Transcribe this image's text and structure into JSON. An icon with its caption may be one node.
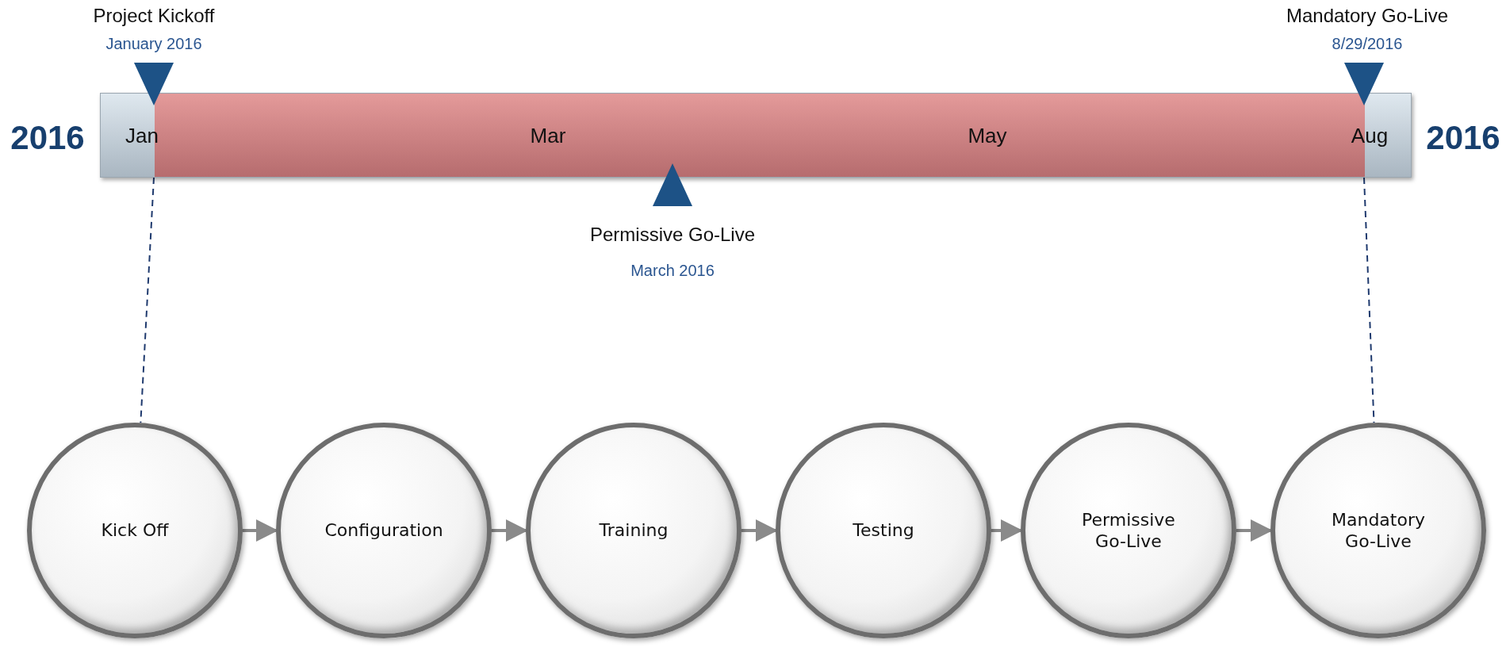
{
  "diagram": {
    "nodes": [
      {
        "text": [
          "Jan",
          "Mar",
          "May",
          "Aug"
        ]
      },
      {
        "text": [
          "Kick Off"
        ]
      },
      {
        "text": [
          "Configuration"
        ]
      },
      {
        "text": [
          "Training"
        ]
      },
      {
        "text": [
          "Testing"
        ]
      },
      {
        "text": [
          "Permissive Go-Live"
        ]
      },
      {
        "text": [
          "Mandatory Go-Live"
        ]
      }
    ],
    "edges": [
      {
        "from": 0,
        "to": 1,
        "arrow": "none",
        "style": "dashed",
        "color": "#1f3a6e"
      },
      {
        "from": 0,
        "to": 6,
        "arrow": "none",
        "style": "dashed",
        "color": "#1f3a6e"
      },
      {
        "from": 1,
        "to": 2,
        "arrow": "to"
      },
      {
        "from": 2,
        "to": 3,
        "arrow": "to"
      },
      {
        "from": 3,
        "to": 4,
        "arrow": "to"
      },
      {
        "from": 4,
        "to": 5,
        "arrow": "to"
      },
      {
        "from": 5,
        "to": 6,
        "arrow": "to"
      }
    ],
    "labels": [
      "Project Kickoff",
      "January 2016",
      "Mandatory Go-Live",
      "8/29/2016",
      "2016",
      "2016",
      "Permissive Go-Live",
      "March 2016"
    ]
  }
}
